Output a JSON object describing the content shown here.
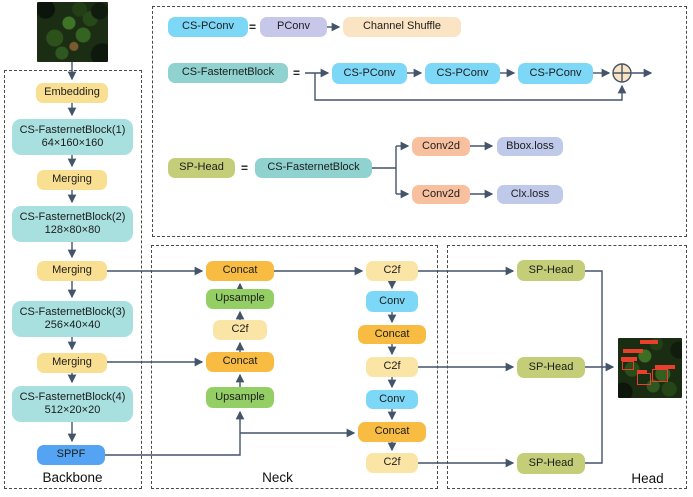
{
  "palette": {
    "yellow_block": "#F9DF92",
    "teal_backbone_block": "#A8DFDF",
    "sppf_blue": "#55A4F3",
    "cs_pconv_sky": "#7DD7F6",
    "pconv_lavender": "#C7C7EA",
    "channel_shuffle_peach": "#FBE4C4",
    "legend_teal": "#8FD2CF",
    "sp_head_olive": "#C4CE78",
    "conv2d_salmon": "#F8C09F",
    "loss_lavender_blue": "#BFCAEA",
    "concat_amber": "#F7BC41",
    "c2f_pale_yellow": "#FBE5A6",
    "upsample_green": "#94CF65",
    "wire": "#44546A",
    "detection_red": "#E8402C"
  },
  "backbone": {
    "label": "Backbone",
    "embedding": "Embedding",
    "merging": "Merging",
    "sppf": "SPPF",
    "block1": {
      "title": "CS-FasternetBlock(1)",
      "dims": "64×160×160"
    },
    "block2": {
      "title": "CS-FasternetBlock(2)",
      "dims": "128×80×80"
    },
    "block3": {
      "title": "CS-FasternetBlock(3)",
      "dims": "256×40×40"
    },
    "block4": {
      "title": "CS-FasternetBlock(4)",
      "dims": "512×20×20"
    }
  },
  "neck": {
    "label": "Neck",
    "concat": "Concat",
    "upsample": "Upsample",
    "c2f": "C2f",
    "conv": "Conv"
  },
  "head": {
    "label": "Head",
    "sp_head": "SP-Head"
  },
  "legend": {
    "equals": "=",
    "cs_pconv": "CS-PConv",
    "pconv": "PConv",
    "channel_shuffle": "Channel Shuffle",
    "cs_fasternetblock": "CS-FasternetBlock",
    "sp_head": "SP-Head",
    "conv2d": "Conv2d",
    "bbox_loss": "Bbox.loss",
    "clx_loss": "Clx.loss"
  },
  "icons": {
    "sum_junction": "circle-plus",
    "input_image": "orchard-photo",
    "output_image": "orchard-photo-with-detections"
  }
}
